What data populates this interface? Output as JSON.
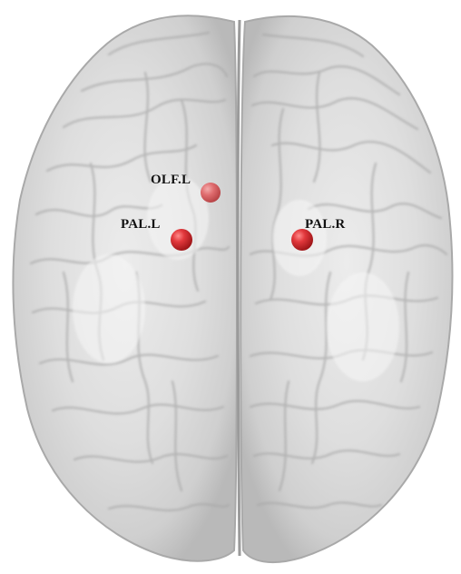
{
  "figure": {
    "view": "axial top view of glass brain",
    "hemispheres": [
      "left",
      "right"
    ],
    "brain_color": "#d9d9d9",
    "node_color": "#d7262b"
  },
  "nodes": [
    {
      "id": "olf-l",
      "label": "OLF.L"
    },
    {
      "id": "pal-l",
      "label": "PAL.L"
    },
    {
      "id": "pal-r",
      "label": "PAL.R"
    }
  ]
}
